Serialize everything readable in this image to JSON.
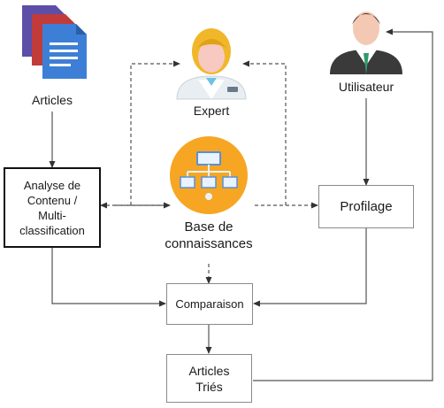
{
  "nodes": {
    "articles": {
      "label": "Articles"
    },
    "expert": {
      "label": "Expert"
    },
    "utilisateur": {
      "label": "Utilisateur"
    },
    "analyse": {
      "lines": [
        "Analyse de",
        "Contenu /",
        "Multi-",
        "classification"
      ]
    },
    "base": {
      "lines": [
        "Base de",
        "connaissances"
      ]
    },
    "profilage": {
      "label": "Profilage"
    },
    "comparaison": {
      "label": "Comparaison"
    },
    "tries": {
      "lines": [
        "Articles",
        "Triés"
      ]
    }
  },
  "colors": {
    "line": "#555555",
    "doc_purple": "#5b4fa8",
    "doc_red": "#c23b3b",
    "doc_blue": "#3d7fd6",
    "kb_orange": "#f6a623",
    "expert_hair": "#f0b72a",
    "user_suit": "#3a3a3a",
    "user_tie": "#2f9a6b"
  },
  "icons": [
    "documents-icon",
    "expert-icon",
    "user-icon",
    "hierarchy-icon"
  ]
}
